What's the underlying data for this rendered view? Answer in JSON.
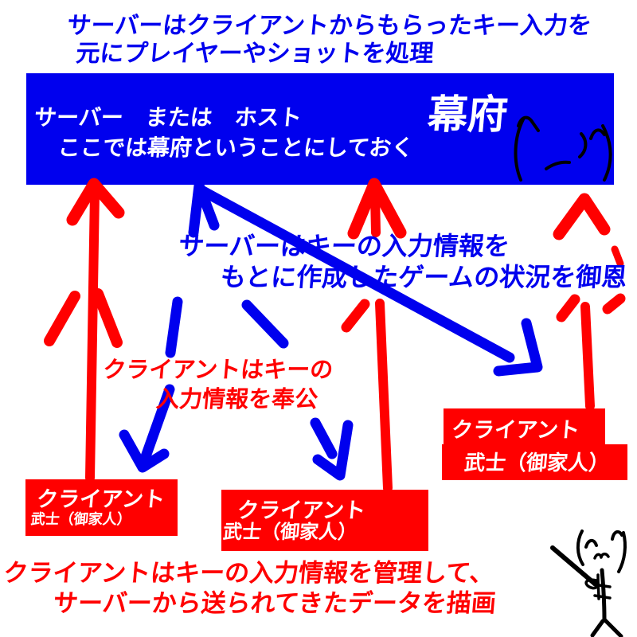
{
  "colors": {
    "blue": "#0000ee",
    "red": "#ff0000",
    "white": "#ffffff",
    "black": "#000000",
    "bg": "#ffffff"
  },
  "header": {
    "line1": "サーバーはクライアントからもらったキー入力を",
    "line2": "元にプレイヤーやショットを処理"
  },
  "server_box": {
    "name_row": "サーバー　または　ホスト",
    "big_label": "幕府",
    "note_row": "ここでは幕府ということにしておく"
  },
  "blue_annotation": {
    "line1": "サーバーはキーの入力情報を",
    "line2": "もとに作成したゲームの状況を御恩"
  },
  "red_annotation": {
    "line1": "クライアントはキーの",
    "line2": "入力情報を奉公"
  },
  "clients": {
    "left": {
      "title": "クライアント",
      "subtitle": "武士（御家人）"
    },
    "middle": {
      "title": "クライアント",
      "subtitle": "武士（御家人）"
    },
    "right": {
      "title": "クライアント",
      "subtitle": "武士（御家人）"
    }
  },
  "footer": {
    "line1": "クライアントはキーの入力情報を管理して、",
    "line2": "サーバーから送られてきたデータを描画"
  }
}
